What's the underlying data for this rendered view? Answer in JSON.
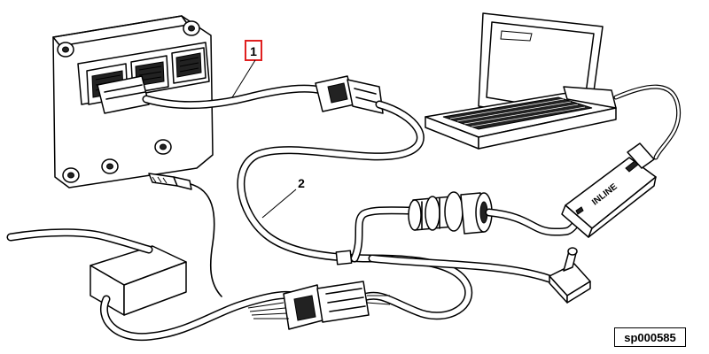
{
  "callouts": [
    {
      "id": "1",
      "label": "1",
      "boxed": true
    },
    {
      "id": "2",
      "label": "2",
      "boxed": false
    }
  ],
  "figure_id": "sp000585",
  "inline_label": "INLINE",
  "components": {
    "ecm": "engine-control-module",
    "laptop": "laptop-computer",
    "adapter": "inline-datalink-adapter",
    "harness": "diagnostic-harness",
    "power_box": "power-supply-box",
    "toggle": "toggle-switch",
    "clip": "alligator-clip",
    "circular_connector": "circular-connector"
  }
}
